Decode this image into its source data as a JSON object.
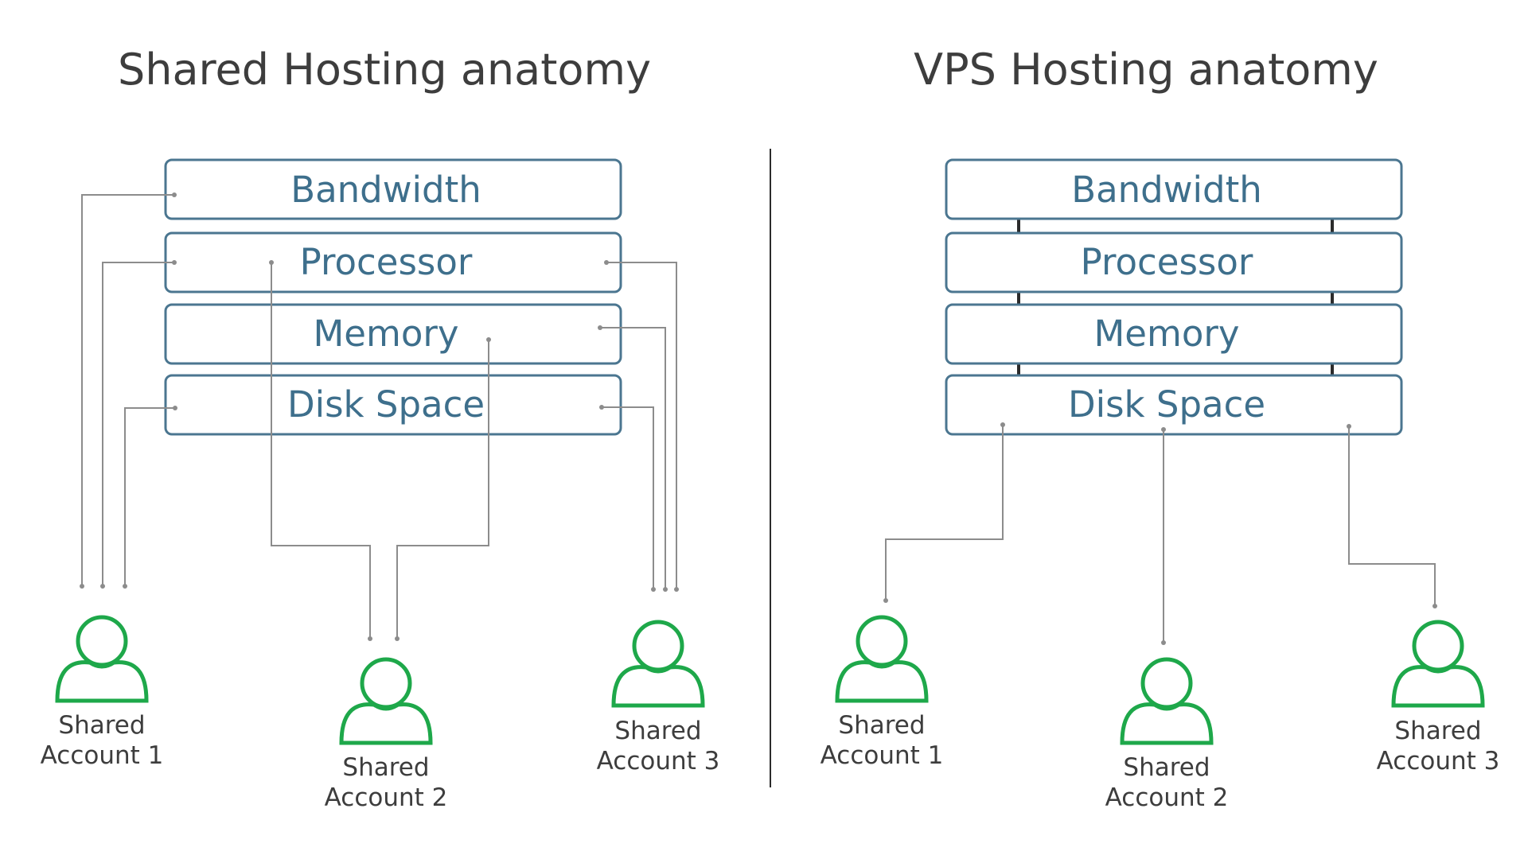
{
  "panels": {
    "shared": {
      "title": "Shared Hosting anatomy",
      "resources": [
        "Bandwidth",
        "Processor",
        "Memory",
        "Disk Space"
      ],
      "accounts": [
        {
          "line1": "Shared",
          "line2": "Account 1"
        },
        {
          "line1": "Shared",
          "line2": "Account 2"
        },
        {
          "line1": "Shared",
          "line2": "Account 3"
        }
      ]
    },
    "vps": {
      "title": "VPS Hosting anatomy",
      "resources": [
        "Bandwidth",
        "Processor",
        "Memory",
        "Disk Space"
      ],
      "accounts": [
        {
          "line1": "Shared",
          "line2": "Account 1"
        },
        {
          "line1": "Shared",
          "line2": "Account 2"
        },
        {
          "line1": "Shared",
          "line2": "Account 3"
        }
      ]
    }
  },
  "colors": {
    "title_text": "#3d3d3d",
    "box_border": "#4b7690",
    "box_text": "#3e6f8c",
    "connector": "#8c8c8c",
    "user_icon": "#1ea84a",
    "divider": "#2b2b2b"
  },
  "icons": {
    "account": "user-icon"
  }
}
